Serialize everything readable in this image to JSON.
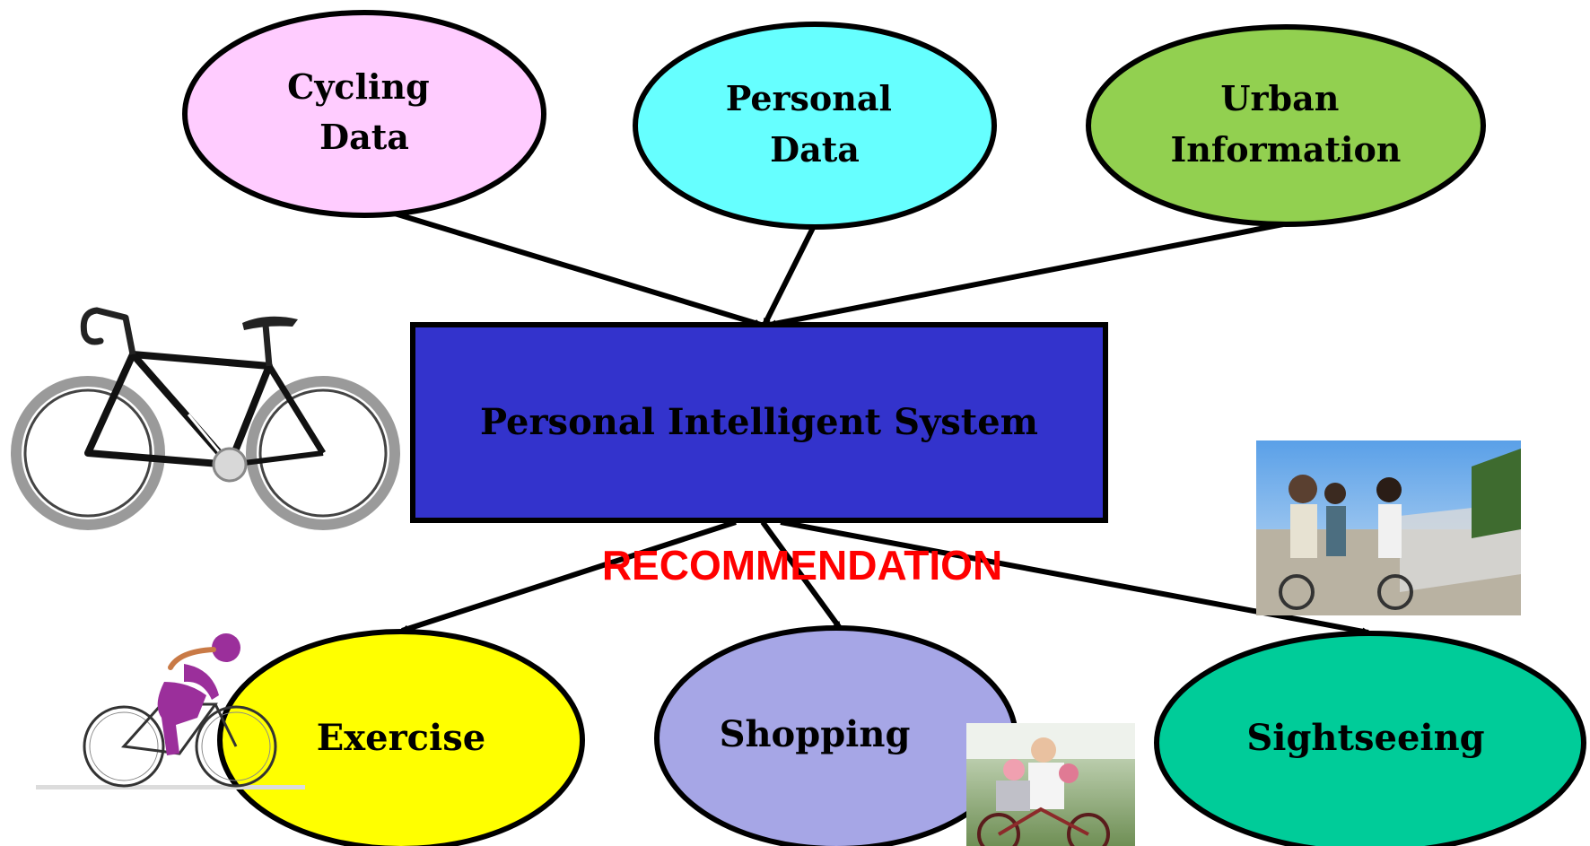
{
  "inputs": [
    {
      "id": "cycling",
      "lines": [
        "Cycling",
        "Data"
      ],
      "fill": "#ffccff"
    },
    {
      "id": "personal",
      "lines": [
        "Personal",
        "Data"
      ],
      "fill": "#66ffff"
    },
    {
      "id": "urban",
      "lines": [
        "Urban",
        "Information"
      ],
      "fill": "#92d050"
    }
  ],
  "system": {
    "label": "Personal Intelligent System",
    "fill": "#3333cc"
  },
  "recommendation": {
    "label": "RECOMMENDATION",
    "color": "#ff0000"
  },
  "outputs": [
    {
      "id": "exercise",
      "label": "Exercise",
      "fill": "#ffff00"
    },
    {
      "id": "shopping",
      "label": "Shopping",
      "fill": "#a6a6e6"
    },
    {
      "id": "sightseeing",
      "label": "Sightseeing",
      "fill": "#00cc99"
    }
  ],
  "pictures": [
    "bicycle-illustration",
    "cyclist-illustration",
    "sightseeing-photo",
    "shopping-photo"
  ]
}
